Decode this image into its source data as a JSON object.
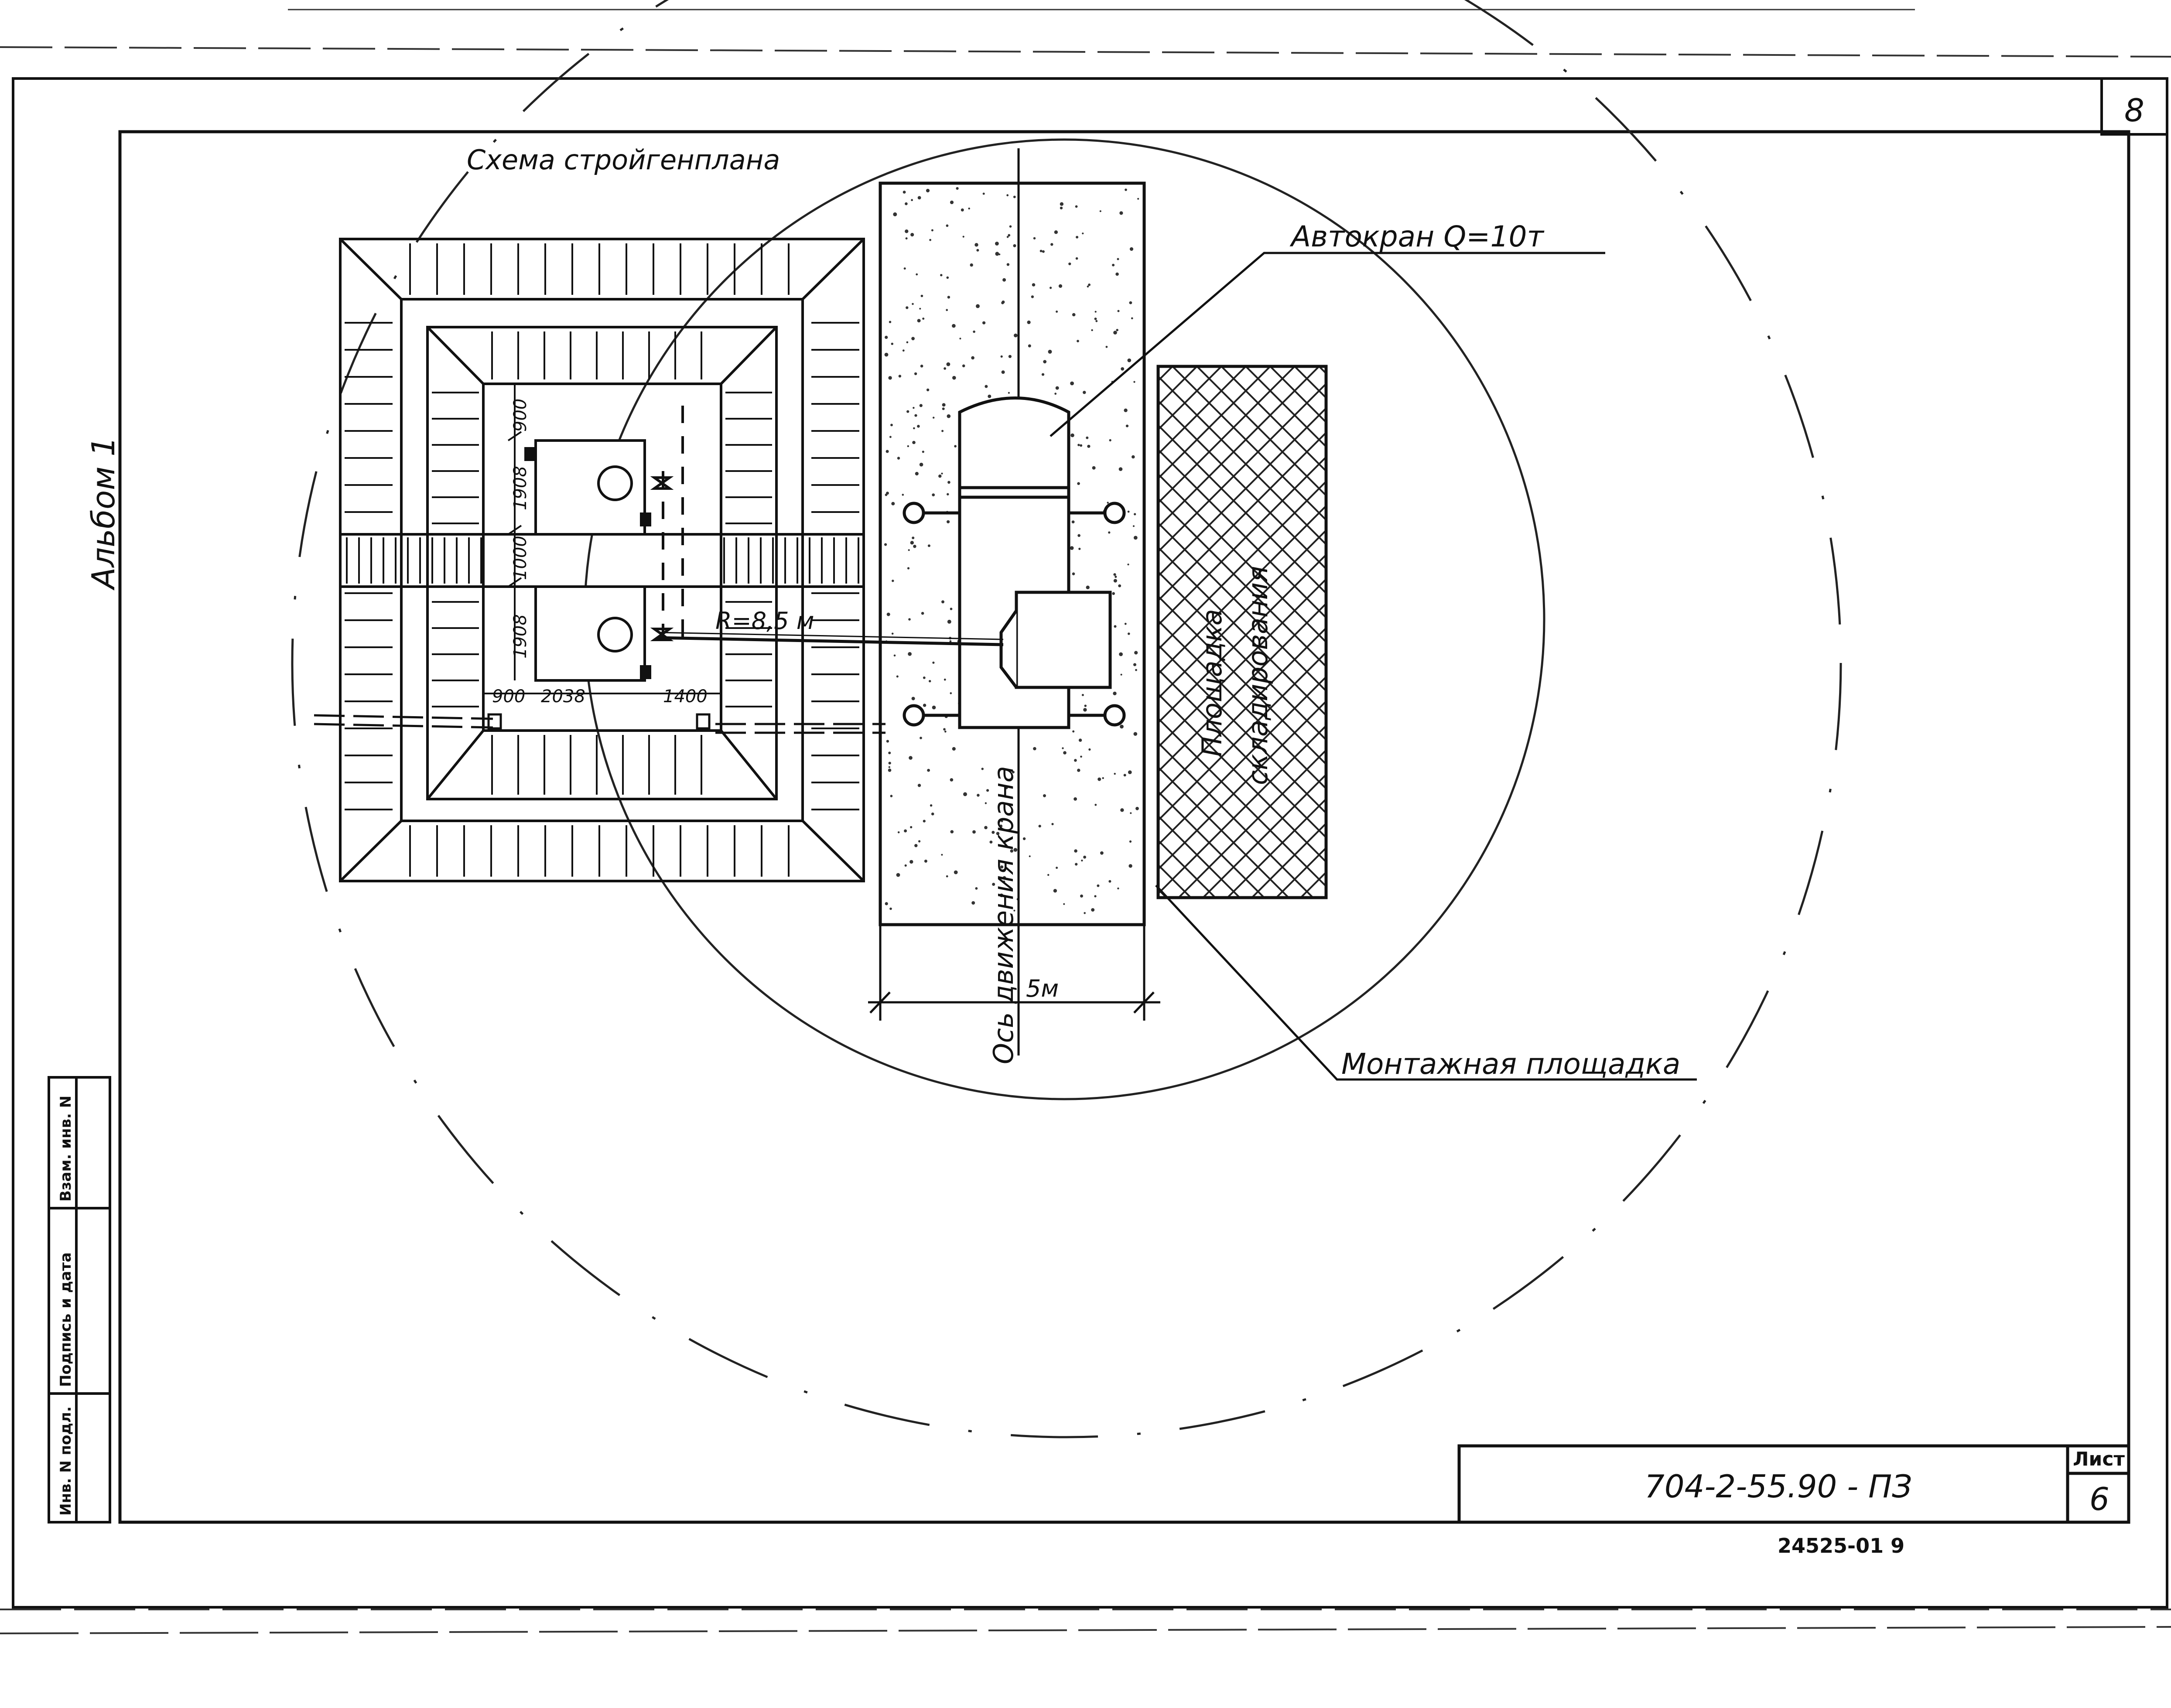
{
  "sheet": {
    "page_number_top": "8",
    "album_label": "Альбом 1",
    "title": "Схема стройгенплана",
    "stamp_columns": [
      "Инв. N подл.",
      "Подпись и дата",
      "Взам. инв. N"
    ],
    "doc_code": "704-2-55.90 - ПЗ",
    "sheet_label": "Лист",
    "sheet_number": "6",
    "archive_number": "24525-01 9"
  },
  "labels": {
    "crane": "Автокран Q=10т",
    "storage": [
      "Площадка",
      "складирования"
    ],
    "assembly_area": "Монтажная площадка",
    "crane_axis": "Ось движения крана",
    "road_width": "5м",
    "radius": "R=8,5 м"
  },
  "dimensions": {
    "vertical": [
      "900",
      "1908",
      "1000",
      "1908"
    ],
    "horizontal": [
      "900",
      "2038",
      "1400"
    ]
  }
}
